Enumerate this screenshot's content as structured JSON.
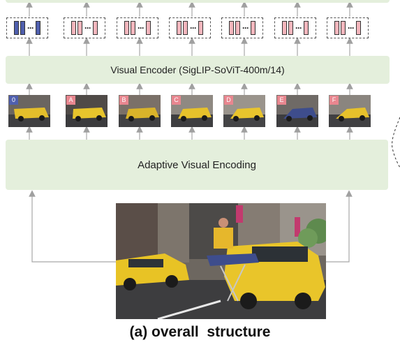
{
  "visual_encoder": {
    "label": "Visual Encoder (SigLIP-SoViT-400m/14)"
  },
  "adaptive_encoding": {
    "label": "Adaptive Visual Encoding"
  },
  "caption": "(a) overall  structure",
  "thumbnails": [
    {
      "id": "0",
      "color": "#4f5fae"
    },
    {
      "id": "A",
      "color": "#e8868f"
    },
    {
      "id": "B",
      "color": "#e8868f"
    },
    {
      "id": "C",
      "color": "#e8868f"
    },
    {
      "id": "D",
      "color": "#e8868f"
    },
    {
      "id": "E",
      "color": "#e8868f"
    },
    {
      "id": "F",
      "color": "#e8868f"
    }
  ],
  "colors": {
    "global_token": "#4f5fae",
    "slice_token": "#f4b6bd",
    "box_fill": "#e4efdc",
    "arrow": "#aaaaaa"
  }
}
